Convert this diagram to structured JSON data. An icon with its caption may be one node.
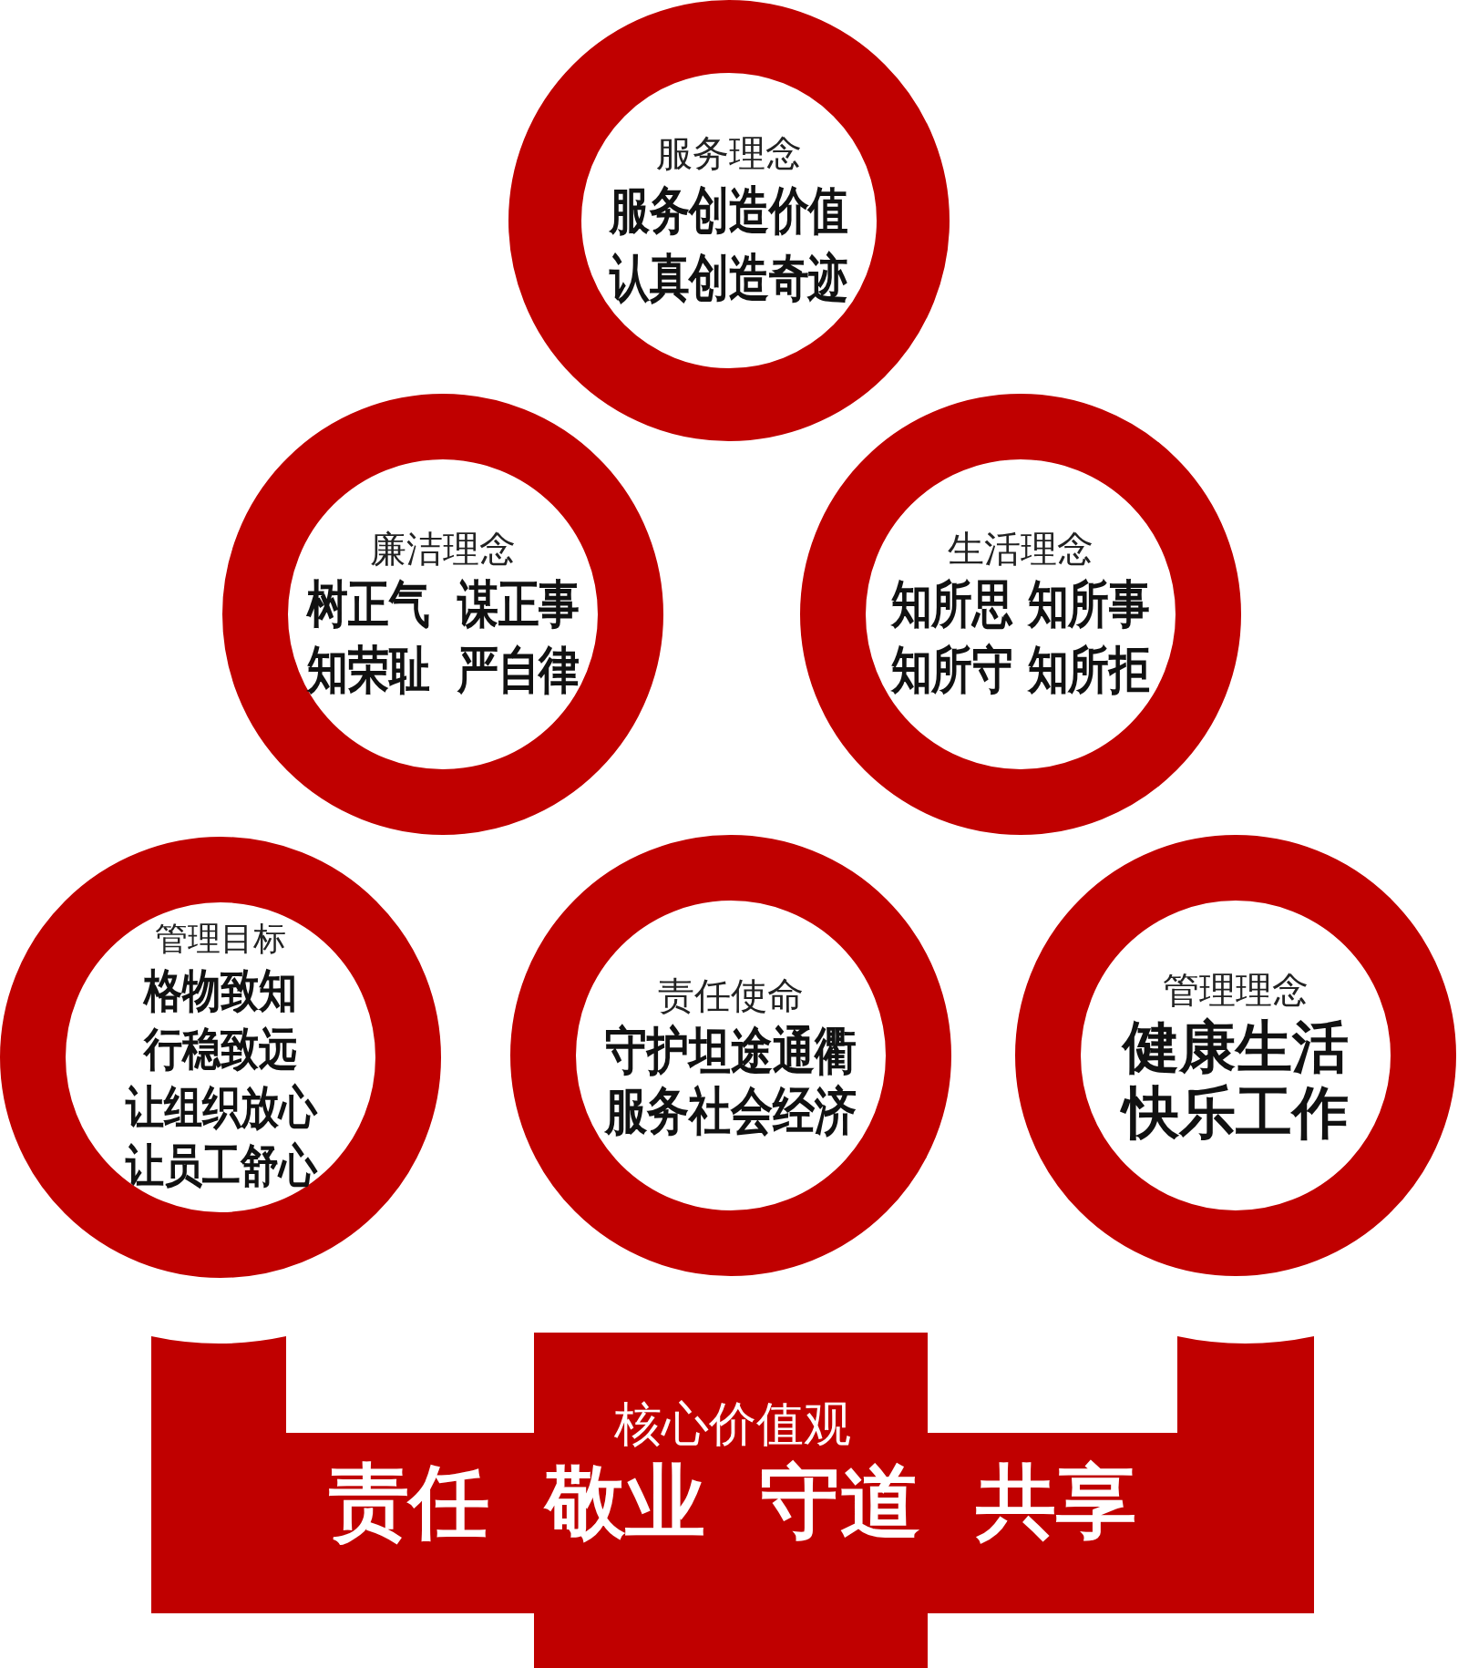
{
  "diagram": {
    "nodes": [
      {
        "text": [
          "服务理念",
          "服务创造价值",
          "认真创造奇迹"
        ]
      },
      {
        "text": [
          "廉洁理念",
          "树正气 谋正事",
          "知荣耻 严自律"
        ]
      },
      {
        "text": [
          "生活理念",
          "知所思 知所事",
          "知所守 知所拒"
        ]
      },
      {
        "text": [
          "管理目标",
          "格物致知",
          "行稳致远",
          "让组织放心",
          "让员工舒心"
        ]
      },
      {
        "text": [
          "责任使命",
          "守护坦途通衢",
          "服务社会经济"
        ]
      },
      {
        "text": [
          "管理理念",
          "健康生活",
          "快乐工作"
        ]
      },
      {
        "text": [
          "核心价值观",
          "责任 敬业 守道 共享"
        ]
      }
    ]
  }
}
